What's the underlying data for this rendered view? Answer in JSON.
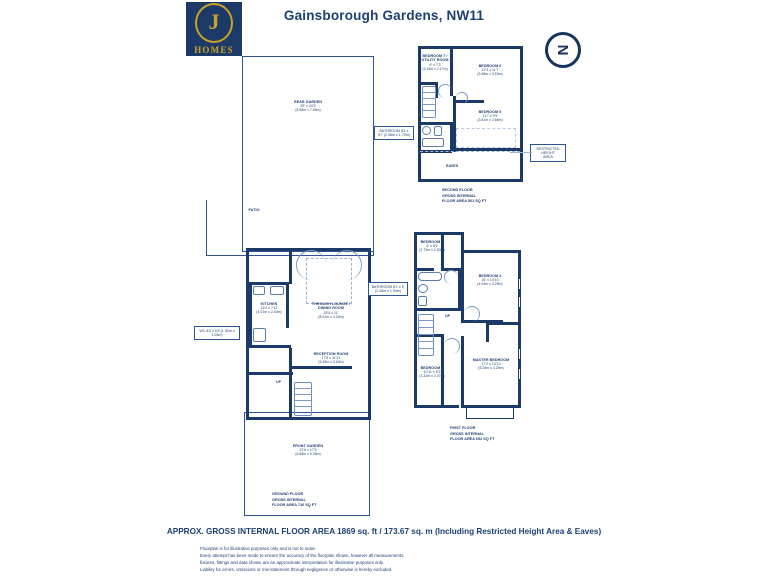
{
  "header": {
    "title": "Gainsborough Gardens, NW11",
    "logo_letter": "J",
    "logo_word": "HOMES",
    "compass_letter": "N"
  },
  "ground_floor": {
    "caption": "GROUND FLOOR\nGROSS INTERNAL\nFLOOR AREA 716 SQ FT",
    "caption_lines": [
      "GROUND FLOOR",
      "GROSS INTERNAL",
      "FLOOR AREA 716 SQ FT"
    ],
    "rooms": [
      {
        "name": "REAR GARDEN",
        "imperial": "25' x 24'9",
        "metric": "(8.58m x 7.55m)"
      },
      {
        "name": "PATIO",
        "imperial": "",
        "metric": ""
      },
      {
        "name": "THROUGH LOUNGE /",
        "name2": "DINING ROOM",
        "imperial": "25'5 x 11'",
        "metric": "(8.02m x 3.34m)"
      },
      {
        "name": "KITCHEN",
        "imperial": "13'2 x 7'11",
        "metric": "(4.01m x 2.40m)"
      },
      {
        "name": "WC",
        "imperial": "8'2 x 5'5",
        "metric": "(1.50m x 1.03m)"
      },
      {
        "name": "RECEPTION ROOM",
        "imperial": "17'8 x 11'11",
        "metric": "(5.39m x 3.63m)"
      },
      {
        "name": "FRONT GARDEN",
        "imperial": "22'6 x 17'6",
        "metric": "(6.88m x 5.36m)"
      }
    ],
    "stair_label": "UP"
  },
  "first_floor": {
    "caption_lines": [
      "FIRST FLOOR",
      "GROSS INTERNAL",
      "FLOOR AREA 652 SQ FT"
    ],
    "rooms": [
      {
        "name": "BEDROOM 4",
        "imperial": "9' x 8'2",
        "metric": "(2.73m x 2.50m)"
      },
      {
        "name": "BEDROOM 2",
        "imperial": "15' x 10'10",
        "metric": "(4.04m x 3.29m)"
      },
      {
        "name": "BATHROOM",
        "imperial": "8'1 x 5'",
        "metric": "(2.45m x 1.53m)"
      },
      {
        "name": "MASTER BEDROOM",
        "imperial": "17'2 x 10'10",
        "metric": "(5.26m x 3.29m)"
      },
      {
        "name": "BEDROOM 3",
        "imperial": "10'11 x 8'2",
        "metric": "(3.32m x 2.47m)"
      }
    ],
    "stair_label": "UP"
  },
  "second_floor": {
    "caption_lines": [
      "SECOND FLOOR",
      "GROSS INTERNAL",
      "FLOOR AREA 501 SQ FT"
    ],
    "rooms": [
      {
        "name": "BEDROOM 7 /",
        "name2": "UTILITY ROOM",
        "imperial": "9' x 7'2",
        "metric": "(3.15m x 2.17m)"
      },
      {
        "name": "BEDROOM 6",
        "imperial": "12'3 x 11'7",
        "metric": "(3.68m x 3.53m)"
      },
      {
        "name": "BEDROOM 5",
        "imperial": "11'7 x 9'5",
        "metric": "(3.51m x 2.85m)"
      },
      {
        "name": "BATHROOM",
        "imperial": "8'1 x 5'7",
        "metric": "(2.46m x 1.70m)"
      }
    ],
    "eaves_label": "EAVES",
    "restricted_lines": [
      "RESTRICTED",
      "HEIGHT",
      "AREA"
    ]
  },
  "footer": {
    "area_line": "APPROX. GROSS INTERNAL FLOOR AREA 1869 sq. ft / 173.67 sq. m (Including Restricted Height Area & Eaves)",
    "disclaimer_lines": [
      "Floorplan is for illustrative purposes only and is not to scale.",
      "Every attempt has been made to ensure the accuracy of the floorplan shown, however all measurements,",
      "fixtures, fittings and data shown are an approximate interpretation for illustrative purposes only.",
      "Liability for errors, omissions or mis-statement through negligence or otherwise is hereby excluded."
    ]
  },
  "colors": {
    "wall": "#1c3a68",
    "text": "#1d3f72",
    "gold": "#c9a227",
    "outline": "#2d5596"
  }
}
